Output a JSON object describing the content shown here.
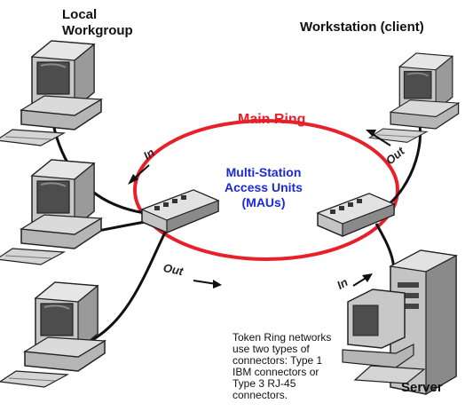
{
  "labels": {
    "local_workgroup": "Local\nWorkgroup",
    "workstation": "Workstation (client)",
    "main_ring": "Main Ring",
    "mau": "Multi-Station\nAccess Units\n(MAUs)",
    "server": "Server",
    "in_left": "In",
    "out_right": "Out",
    "out_bottom": "Out",
    "in_bottom": "In"
  },
  "note": "Token Ring networks\nuse two types of\nconnectors: Type 1\nIBM connectors or\nType 3 RJ-45\nconnectors.",
  "icons": [
    "computer-icon",
    "computer-icon",
    "computer-icon",
    "workstation-icon",
    "hub-icon",
    "hub-icon",
    "server-icon"
  ],
  "colors": {
    "ring": "#e8202a",
    "mau_text": "#1a2ad8",
    "cable": "#111111",
    "device_body": "#c9c9c9",
    "screen": "#4d4d4d"
  }
}
